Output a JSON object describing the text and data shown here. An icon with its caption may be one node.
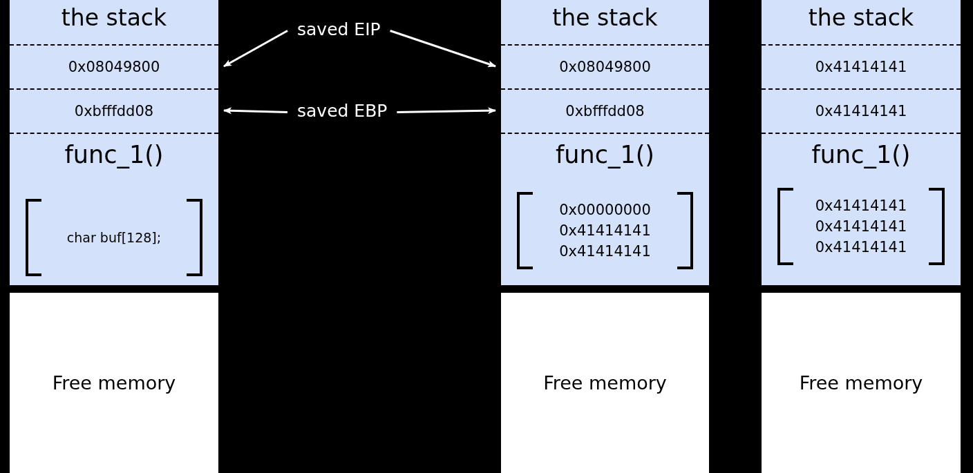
{
  "diagram": {
    "nodes": [
      {
        "text": [
          "the stack"
        ]
      },
      {
        "text": [
          "0x08049800"
        ],
        "in": 0
      },
      {
        "text": [
          "0xbfffdd08"
        ],
        "in": 0
      },
      {
        "text": [
          "func_1()",
          "char buf[128];"
        ],
        "in": 0
      },
      {
        "text": [
          "Free memory"
        ]
      },
      {
        "text": [
          "saved EIP"
        ]
      },
      {
        "text": [
          "saved EBP"
        ]
      },
      {
        "text": [
          "the stack"
        ]
      },
      {
        "text": [
          "0x08049800"
        ],
        "in": 7
      },
      {
        "text": [
          "0xbfffdd08"
        ],
        "in": 7
      },
      {
        "text": [
          "func_1()",
          "0x00000000",
          "0x41414141",
          "0x41414141"
        ],
        "in": 7
      },
      {
        "text": [
          "Free memory"
        ]
      },
      {
        "text": [
          "the stack"
        ]
      },
      {
        "text": [
          "0x41414141"
        ],
        "in": 12
      },
      {
        "text": [
          "0x41414141"
        ],
        "in": 12
      },
      {
        "text": [
          "func_1()",
          "0x41414141",
          "0x41414141",
          "0x41414141"
        ],
        "in": 12
      },
      {
        "text": [
          "Free memory"
        ]
      }
    ],
    "edges": [
      {
        "from": 5,
        "to": 1,
        "arrow": "to"
      },
      {
        "from": 5,
        "to": 8,
        "arrow": "to"
      },
      {
        "from": 6,
        "to": 2,
        "arrow": "to"
      },
      {
        "from": 6,
        "to": 9,
        "arrow": "to"
      }
    ]
  }
}
